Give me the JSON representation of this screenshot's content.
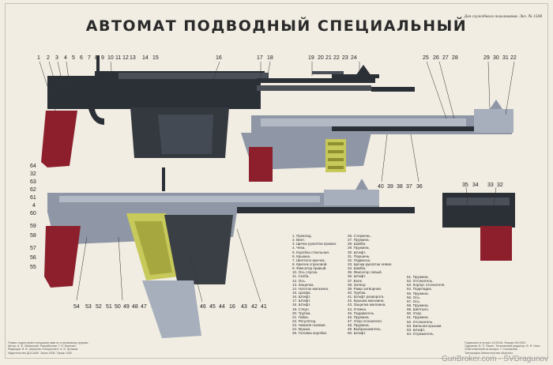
{
  "title": "АВТОМАТ ПОДВОДНЫЙ СПЕЦИАЛЬНЫЙ",
  "corner_note": "Для служебного пользования. Экз. № 1508",
  "watermark": "GunBroker.com - SVDragunov",
  "colors": {
    "gun_dark": "#2b2f36",
    "gun_mid": "#4a4f58",
    "grip": "#8c1f2b",
    "ammo": "#c7c95a",
    "paper": "#f1ede3",
    "cutaway": "#8f97a6"
  },
  "top_left_numbers": [
    "1",
    "2",
    "3",
    "4",
    "5",
    "6",
    "7",
    "8",
    "9",
    "10",
    "11",
    "12",
    "13",
    "14",
    "15",
    "16",
    "17",
    "18",
    "19",
    "20",
    "21",
    "22",
    "23",
    "24"
  ],
  "top_right_numbers": [
    "25",
    "26",
    "27",
    "28",
    "29",
    "30",
    "31",
    "22"
  ],
  "mid_numbers": [
    "40",
    "39",
    "38",
    "37",
    "36"
  ],
  "left_side_numbers": [
    "64",
    "32",
    "63",
    "62",
    "61",
    "4",
    "60",
    "59",
    "58",
    "57",
    "56",
    "55"
  ],
  "bottom_numbers": [
    "54",
    "53",
    "52",
    "51",
    "50",
    "49",
    "48",
    "47",
    "46",
    "45",
    "44",
    "16",
    "43",
    "42",
    "41"
  ],
  "small_view_numbers": [
    "35",
    "34",
    "33",
    "32"
  ],
  "legend_col1": [
    "1. Приклад.",
    "2. Винт.",
    "3. Щечки рукоятки правая.",
    "4. Чека.",
    "5. Коробка ствольная.",
    "6. Крышка.",
    "7. Шептало крючка.",
    "8. Крючок спусковой.",
    "9. Фиксатор правый.",
    "10. Ось спуска.",
    "11. Скоба.",
    "12. Ось.",
    "13. Защелка.",
    "14. Ноготок магазина.",
    "15. Цапфа.",
    "16. Штифт.",
    "17. Штифт.",
    "18. Штифт.",
    "19. Ствол.",
    "20. Трубка.",
    "21. Гайка.",
    "22. Регулятор.",
    "23. Нижняя газовая.",
    "24. Мушка.",
    "25. Головка коробки."
  ],
  "legend_col2": [
    "26. Стержень.",
    "27. Пружина.",
    "28. Шайба.",
    "29. Пружина.",
    "30. Штифт.",
    "31. Поршень.",
    "32. Подвеска.",
    "33. Щечки рукоятки левая.",
    "34. Шайба.",
    "35. Фиксатор левый.",
    "36. Штифт.",
    "37. Боек.",
    "38. Затвор.",
    "39. Рама затворная.",
    "40. Трубка.",
    "41. Штифт разворота.",
    "42. Крышка магазина.",
    "43. Защелка магазина.",
    "44. Отвека.",
    "45. Подаватель.",
    "46. Пружина.",
    "47. Упор отсекателя.",
    "48. Пружина.",
    "49. Выбрасыватель.",
    "50. Штифт."
  ],
  "legend_col3": [
    "51. Пружина.",
    "52. Отсекатель.",
    "53. Корпус отсекателя.",
    "54. Подкладка.",
    "55. Пружина.",
    "56. Ось.",
    "57. Ось.",
    "58. Пружина.",
    "59. Шептало.",
    "60. Упор.",
    "61. Пружина.",
    "62. Отсекатель.",
    "63. Вильная крышки.",
    "63. Штифт.",
    "64. Отражатель."
  ],
  "footer_left": [
    "Плакат подготовлен специалистами по стрелковому оружию.",
    "Автор: А. Ф. Лябинский. Разработчик: Г. Н. Березин.",
    "Редакция: В. В. Шипунов. Консультант: А. Б. Кулаков.",
    "Издательство ДОСААФ. Заказ 1508. Тираж 1000."
  ],
  "footer_right": [
    "Подписано в печать 14.05.84. Формат 60×90/2.",
    "Художник: Б. П. Пекин. Технический редактор: В. Ф. Никс.",
    "Ответственный за выпуск: Г. Соловьева.",
    "Типография Министерства обороны."
  ]
}
